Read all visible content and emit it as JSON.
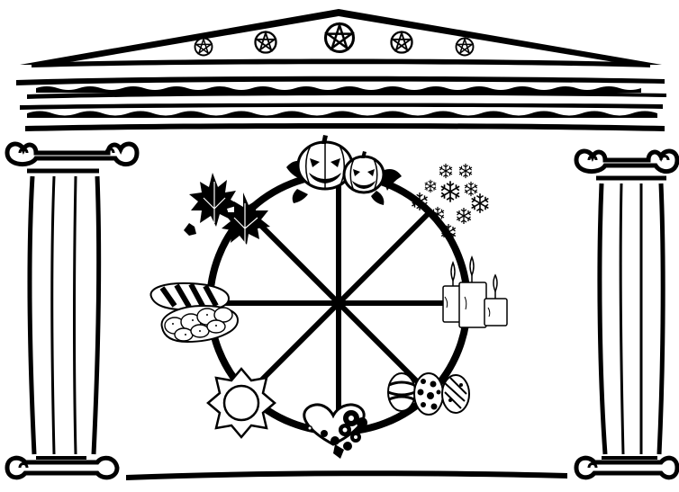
{
  "image": {
    "subject": "wheel-of-the-year",
    "colors": {
      "ink": "#000000",
      "paper": "#ffffff",
      "shade": "#bdbdbd"
    },
    "pediment_symbols": [
      "pentacle",
      "pentacle",
      "pentacle",
      "pentacle",
      "pentacle"
    ],
    "wheel_spokes": 8,
    "wheel_symbols": [
      "jack-o-lanterns",
      "snowflakes",
      "candles",
      "easter-eggs",
      "heart-with-flowers",
      "sun",
      "braided-bread",
      "maple-leaves"
    ],
    "columns": [
      "ionic-column-left",
      "ionic-column-right"
    ]
  }
}
